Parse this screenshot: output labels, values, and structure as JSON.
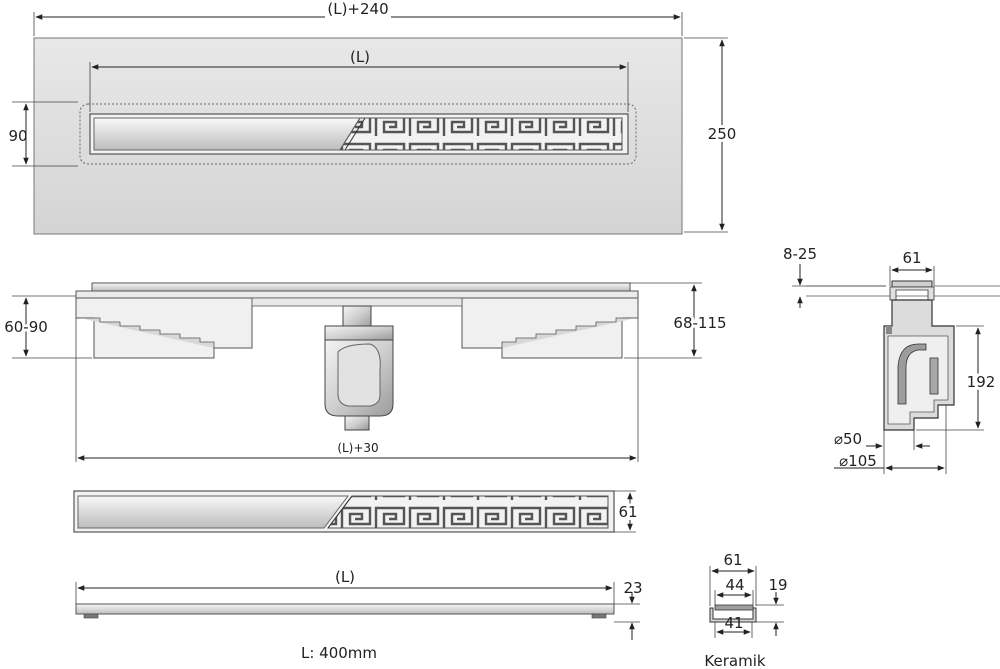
{
  "top_view": {
    "overall_length": "(L)+240",
    "channel_length": "(L)",
    "channel_width": "90",
    "overall_width": "250"
  },
  "side_view": {
    "height_left": "60-90",
    "height_right": "68-115",
    "length": "(L)+30"
  },
  "grate_view": {
    "width": "61"
  },
  "profile_view": {
    "length": "(L)",
    "height": "23",
    "example_length": "L: 400mm"
  },
  "section_view": {
    "tile_range": "8-25",
    "width": "61",
    "depth": "192",
    "outlet_small": "⌀50",
    "outlet_large": "⌀105"
  },
  "keramik_detail": {
    "outer_width": "61",
    "mid_width": "44",
    "inner_width": "41",
    "height": "19",
    "label": "Keramik"
  }
}
